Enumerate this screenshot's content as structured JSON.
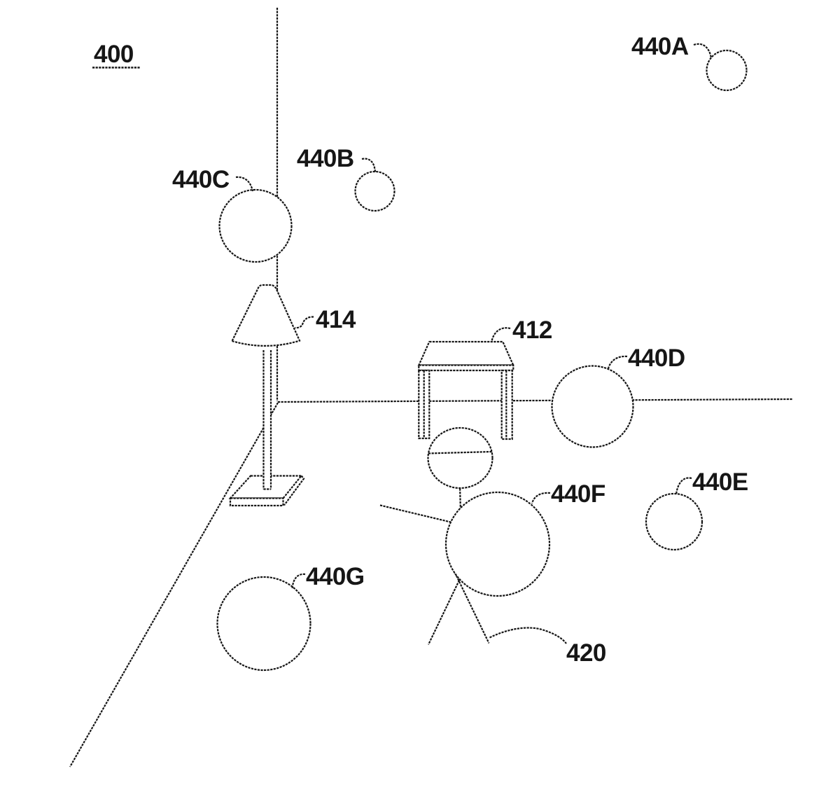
{
  "figure": {
    "background_color": "#ffffff",
    "line_color": "#161616",
    "figure_number": "400",
    "reference_labels": {
      "l400": "400",
      "l412": "412",
      "l414": "414",
      "l420": "420",
      "l440A": "440A",
      "l440B": "440B",
      "l440C": "440C",
      "l440D": "440D",
      "l440E": "440E",
      "l440F": "440F",
      "l440G": "440G"
    }
  }
}
